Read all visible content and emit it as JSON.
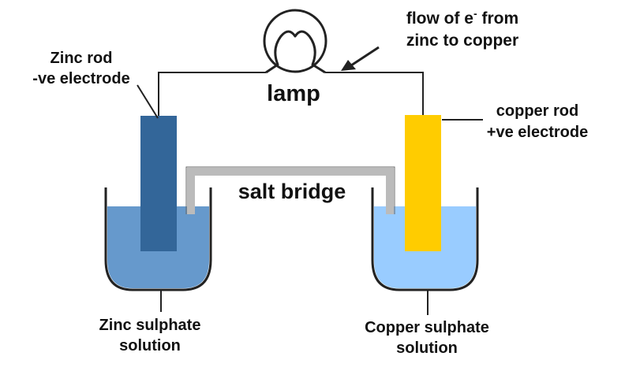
{
  "labels": {
    "lamp": "lamp",
    "flow_line1_prefix": "flow of e",
    "flow_superscript": "-",
    "flow_line1_suffix": " from",
    "flow_line2": "zinc to copper",
    "zinc_rod_line1": "Zinc rod",
    "zinc_rod_line2": "-ve electrode",
    "copper_rod_line1": "copper rod",
    "copper_rod_line2": "+ve electrode",
    "salt_bridge": "salt bridge",
    "zinc_solution_line1": "Zinc sulphate",
    "zinc_solution_line2": "solution",
    "copper_solution_line1": "Copper sulphate",
    "copper_solution_line2": "solution"
  },
  "colors": {
    "zinc_rod": "#336699",
    "copper_rod": "#FFCC00",
    "zinc_solution": "#6699CC",
    "copper_solution": "#99CCFF",
    "salt_bridge": "#BBBBBB",
    "wire": "#222222"
  }
}
